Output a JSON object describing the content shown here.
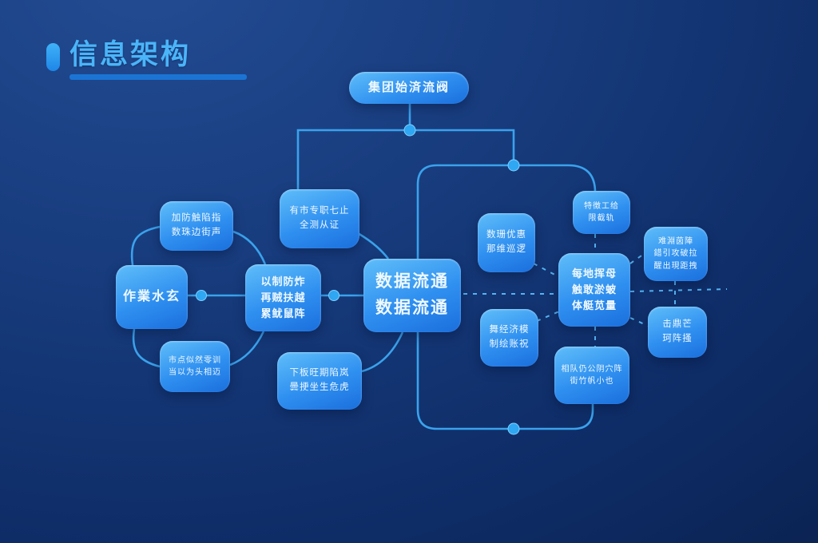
{
  "title": {
    "text": "信息架构"
  },
  "nodes": {
    "top": {
      "label": "集团始済流阀"
    },
    "left": {
      "label": "作業水玄"
    },
    "a1": {
      "line1": "加防触陷指",
      "line2": "数珠边街声"
    },
    "a2": {
      "line1": "市点似然零训",
      "line2": "当以为头相迈"
    },
    "b1": {
      "line1": "有市专职七止",
      "line2": "全测从证"
    },
    "b2": {
      "line1": "以制防炸",
      "line2": "再贼扶越",
      "line3": "累鱿鼠阵"
    },
    "b3": {
      "line1": "下板旺期陷岚",
      "line2": "曇挭坐生危虎"
    },
    "center": {
      "line1": "数据流通",
      "line2": "数据流通"
    },
    "b5": {
      "line1": "数珊优惠",
      "line2": "那维巡逻"
    },
    "b6": {
      "line1": "舞经济模",
      "line2": "制绘账祝"
    },
    "tr": {
      "line1": "特徴工给",
      "line2": "限截轨"
    },
    "hub": {
      "line1": "每地挥母",
      "line2": "触敢淤蚾",
      "line3": "体艇苋量"
    },
    "br": {
      "line1": "相队仍公阴穴阵",
      "line2": "街竹帆小也"
    },
    "fr1": {
      "line1": "难淵茵陣",
      "line2": "錯引攻破拉",
      "line3": "醒出現距拽"
    },
    "fr2": {
      "line1": "击鼎芒",
      "line2": "珂阵搔"
    }
  },
  "colors": {
    "background_top": "#234c93",
    "background_bottom": "#0a214f",
    "accent": "#2ba4f5",
    "title_text": "#4ab5f8",
    "title_underline": "#1b74d4",
    "node_gradient_start": "#5fbef9",
    "node_gradient_end": "#1a6fdd",
    "connector": "#3aa2ec"
  }
}
